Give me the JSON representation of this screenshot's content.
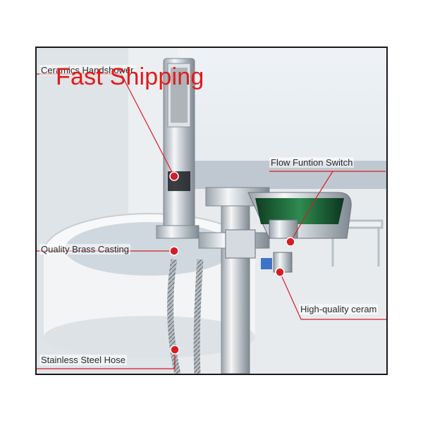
{
  "overlay_text": "Fast Shipping",
  "callouts": {
    "handshower": "Ceramics Handshower",
    "flow_switch": "Flow Funtion Switch",
    "brass": "Quality Brass Casting",
    "ceramic": "High-quality ceram",
    "hose": "Stainless Steel Hose"
  },
  "colors": {
    "overlay": "#e01b1b",
    "marker": "#d81c24",
    "frame": "#1a1a1a",
    "chrome": "#c8ced4",
    "spout_glass": "#1f6b3a"
  },
  "icons": {
    "marker": "red-dot-icon"
  }
}
